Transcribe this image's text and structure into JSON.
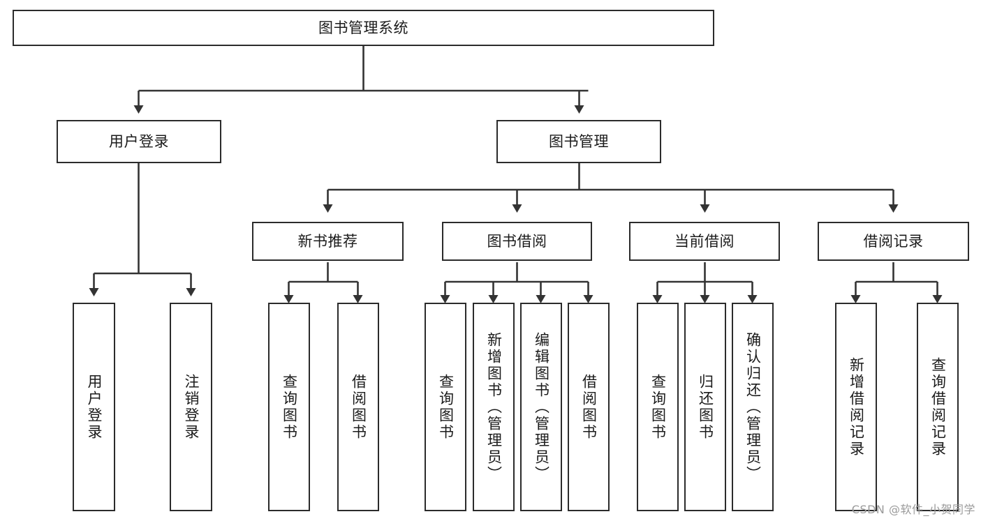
{
  "diagram": {
    "type": "hierarchy-tree",
    "title": "图书管理系统",
    "watermark": "CSDN @软件_小贺同学",
    "colors": {
      "box_border": "#2b2b2b",
      "box_fill": "#ffffff",
      "connector": "#333333",
      "text": "#1b1b1b",
      "watermark": "#9a9a9a",
      "background": "#ffffff"
    },
    "levels": {
      "level0": [
        {
          "id": "root",
          "label": "图书管理系统",
          "orientation": "horizontal"
        }
      ],
      "level1": [
        {
          "id": "user-login",
          "label": "用户登录",
          "orientation": "horizontal"
        },
        {
          "id": "book-manage",
          "label": "图书管理",
          "orientation": "horizontal"
        }
      ],
      "level2": [
        {
          "id": "new-book-recommend",
          "label": "新书推荐",
          "orientation": "horizontal"
        },
        {
          "id": "book-borrow",
          "label": "图书借阅",
          "orientation": "horizontal"
        },
        {
          "id": "current-borrow",
          "label": "当前借阅",
          "orientation": "horizontal"
        },
        {
          "id": "borrow-record",
          "label": "借阅记录",
          "orientation": "horizontal"
        }
      ],
      "level3": [
        {
          "id": "leaf-user-login",
          "label": "用户登录",
          "orientation": "vertical",
          "parent": "user-login"
        },
        {
          "id": "leaf-logout",
          "label": "注销登录",
          "orientation": "vertical",
          "parent": "user-login"
        },
        {
          "id": "leaf-query-book-1",
          "label": "查询图书",
          "orientation": "vertical",
          "parent": "new-book-recommend"
        },
        {
          "id": "leaf-borrow-book-1",
          "label": "借阅图书",
          "orientation": "vertical",
          "parent": "new-book-recommend"
        },
        {
          "id": "leaf-query-book-2",
          "label": "查询图书",
          "orientation": "vertical",
          "parent": "book-borrow"
        },
        {
          "id": "leaf-add-book",
          "label": "新增图书（管理员）",
          "orientation": "vertical",
          "parent": "book-borrow"
        },
        {
          "id": "leaf-edit-book",
          "label": "编辑图书（管理员）",
          "orientation": "vertical",
          "parent": "book-borrow"
        },
        {
          "id": "leaf-borrow-book-2",
          "label": "借阅图书",
          "orientation": "vertical",
          "parent": "book-borrow"
        },
        {
          "id": "leaf-query-book-3",
          "label": "查询图书",
          "orientation": "vertical",
          "parent": "current-borrow"
        },
        {
          "id": "leaf-return-book",
          "label": "归还图书",
          "orientation": "vertical",
          "parent": "current-borrow"
        },
        {
          "id": "leaf-confirm-return",
          "label": "确认归还（管理员）",
          "orientation": "vertical",
          "parent": "current-borrow"
        },
        {
          "id": "leaf-add-record",
          "label": "新增借阅记录",
          "orientation": "vertical",
          "parent": "borrow-record"
        },
        {
          "id": "leaf-query-record",
          "label": "查询借阅记录",
          "orientation": "vertical",
          "parent": "borrow-record"
        }
      ]
    }
  }
}
